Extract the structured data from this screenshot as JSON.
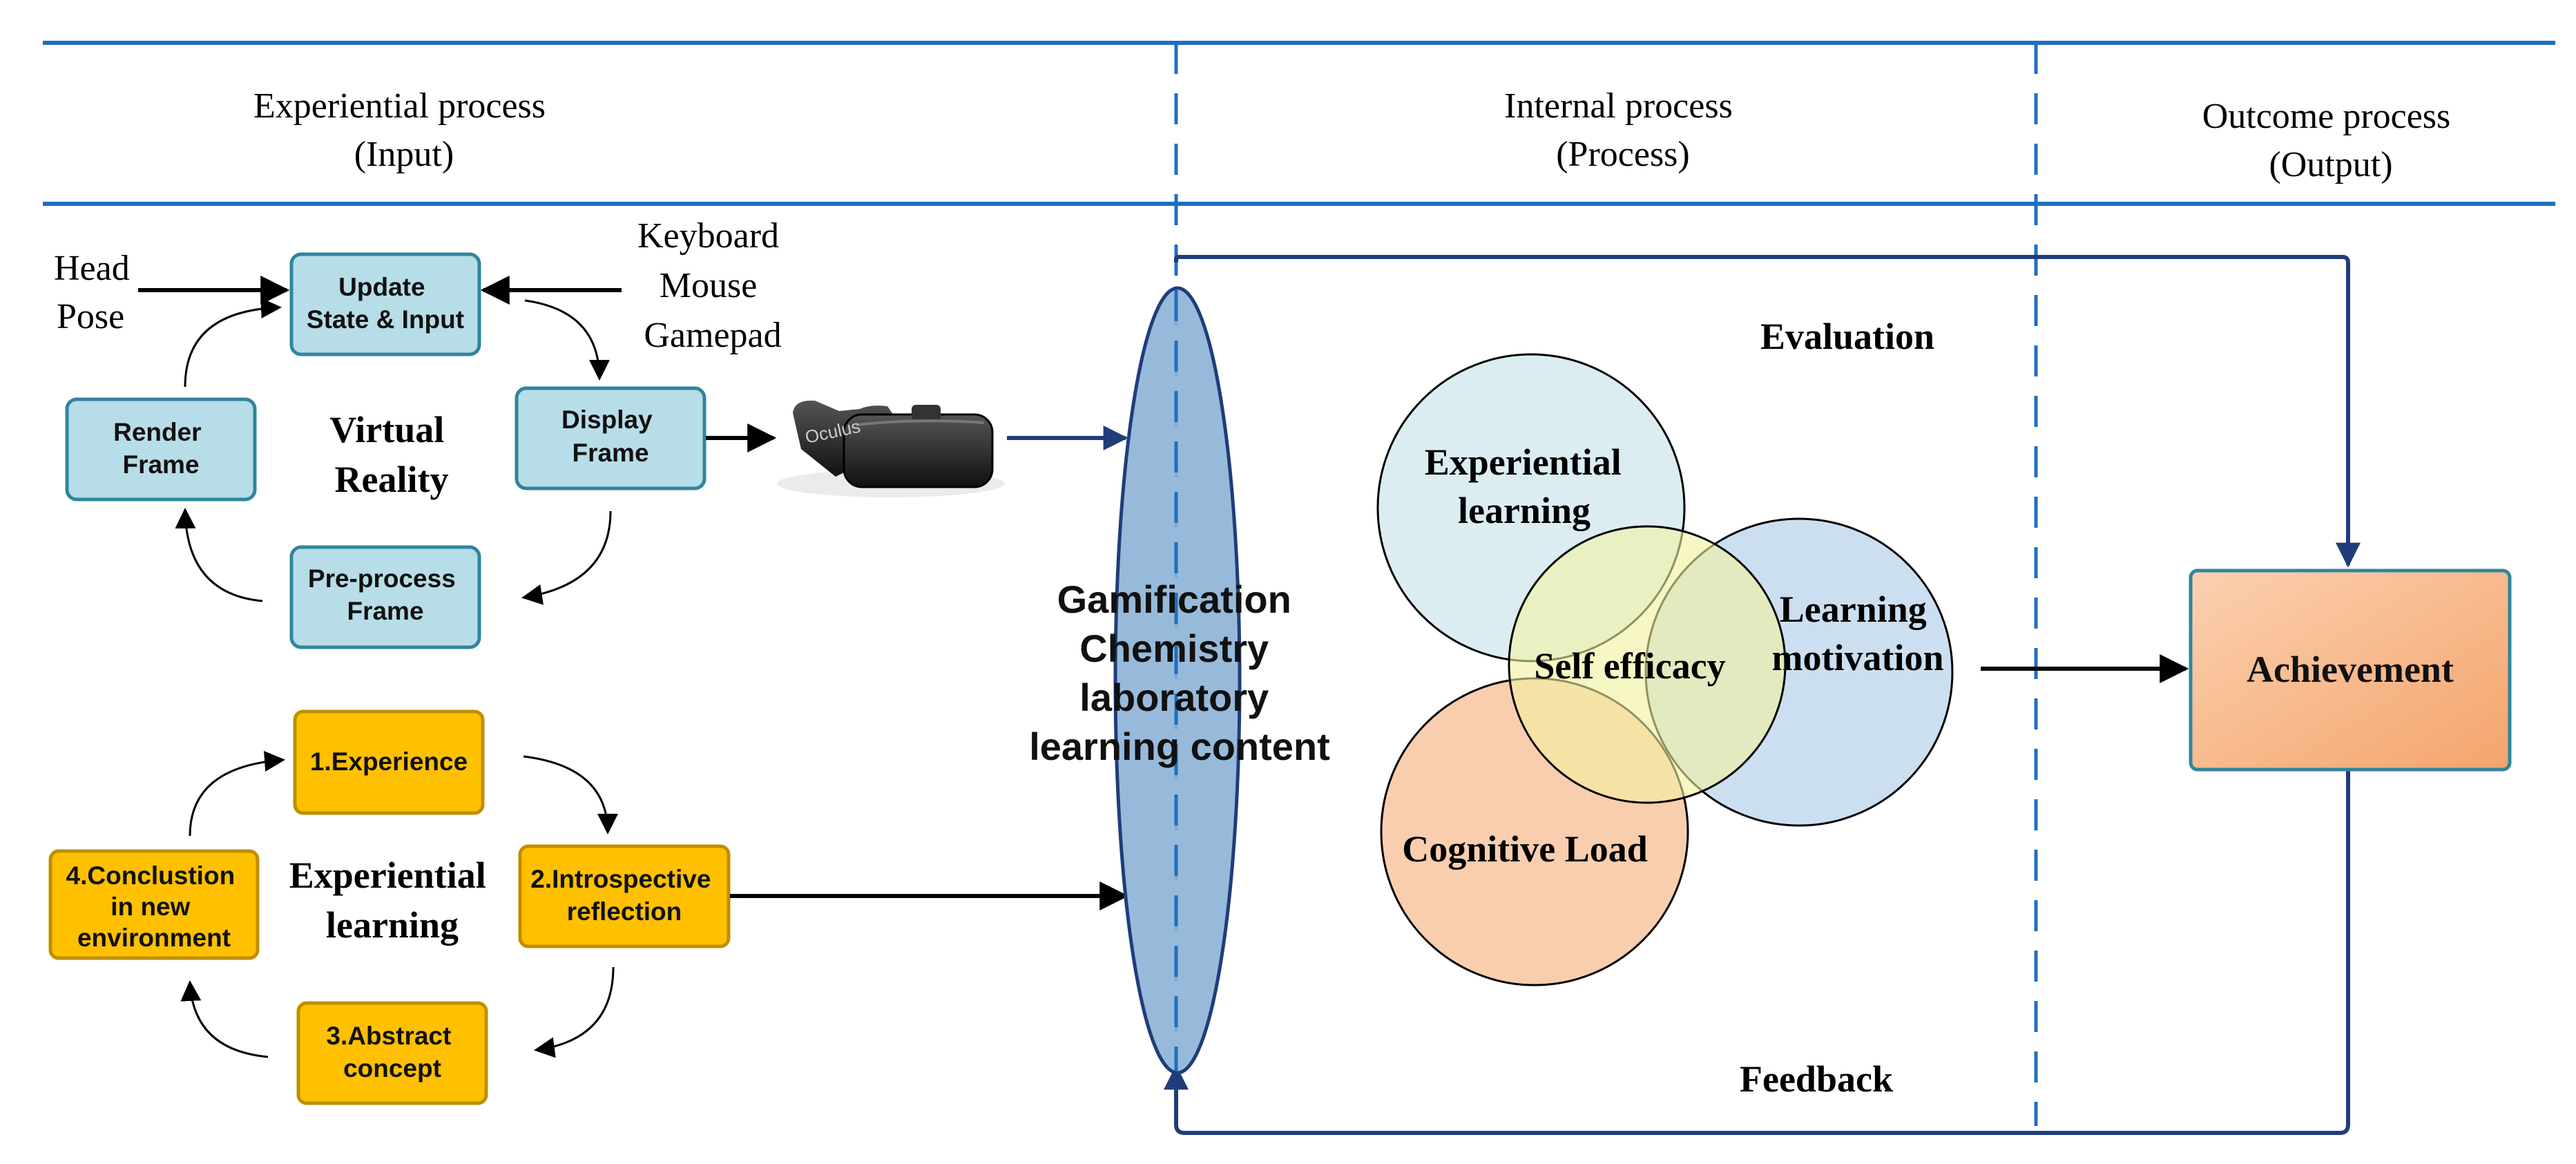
{
  "headers": {
    "input_line1": "Experiential  process",
    "input_line2": "(Input)",
    "process_line1": "Internal process",
    "process_line2": "(Process)",
    "output_line1": "Outcome process",
    "output_line2": "(Output)"
  },
  "vr": {
    "head_pose_line1": "Head",
    "head_pose_line2": "Pose",
    "devices": [
      "Keyboard",
      "Mouse",
      "Gamepad"
    ],
    "update_line1": "Update",
    "update_line2": "State & Input",
    "display_line1": "Display",
    "display_line2": "Frame",
    "render_line1": "Render",
    "render_line2": "Frame",
    "preprocess_line1": "Pre-process",
    "preprocess_line2": "Frame",
    "center_line1": "Virtual",
    "center_line2": "Reality",
    "headset_brand": "Oculus"
  },
  "experiential": {
    "step1": "1.Experience",
    "step2_line1": "2.Introspective",
    "step2_line2": "reflection",
    "step3_line1": "3.Abstract",
    "step3_line2": "concept",
    "step4_line1": "4.Conclustion",
    "step4_line2": "in new",
    "step4_line3": "environment",
    "center_line1": "Experiential",
    "center_line2": "learning"
  },
  "gamification": [
    "Gamification",
    "Chemistry",
    "laboratory",
    "learning content"
  ],
  "internal": {
    "evaluation": "Evaluation",
    "feedback": "Feedback",
    "experiential_line1": "Experiential",
    "experiential_line2": "learning",
    "self_efficacy": "Self efficacy",
    "motivation_line1": "Learning",
    "motivation_line2": "motivation",
    "cognitive_load": "Cognitive Load"
  },
  "output": {
    "achievement": "Achievement"
  },
  "colors": {
    "rule": "#1f6fbf",
    "loop_arrow": "#1f3d7a",
    "vr_box_fill": "#b7dde8",
    "vr_box_stroke": "#31859c",
    "exp_box_fill": "#ffc000",
    "exp_box_stroke": "#bf8f00",
    "ellipse_fill": "#8db3d6",
    "circle_experiential": "#dcedf2",
    "circle_motivation": "#c6dbef",
    "circle_cognitive": "#f8c9a6",
    "circle_self_efficacy": "#f2f2a0",
    "achievement_fill": "#f6b283"
  }
}
